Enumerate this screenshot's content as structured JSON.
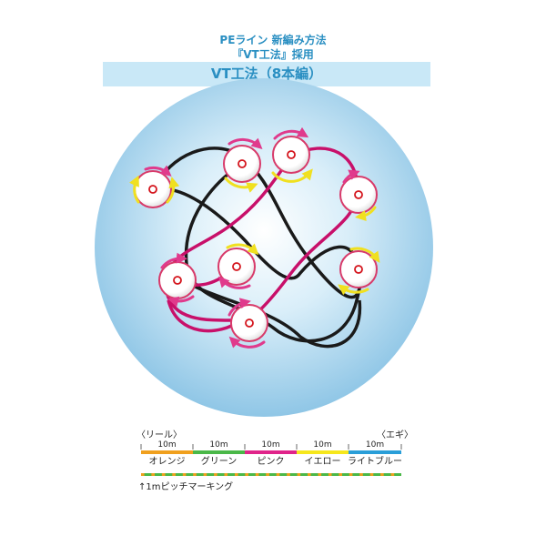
{
  "header": {
    "line1": "PEライン 新編み方法",
    "line2": "『VT工法』採用",
    "band_title": "VT工法（8本編）"
  },
  "colors": {
    "header_text": "#2a8fc2",
    "band_bg": "#c9e8f7",
    "circle_outer": "#8fc6e6",
    "circle_inner": "#ffffff",
    "strand_black": "#1a1a1a",
    "strand_magenta": "#c8106a",
    "arrow_yellow": "#f0e020",
    "arrow_pink": "#e03a8c"
  },
  "diagram": {
    "spools": 8,
    "strands": [
      "black",
      "magenta"
    ]
  },
  "legend": {
    "left_label": "〈リール〉",
    "right_label": "〈エギ〉",
    "segments": [
      {
        "length": "10m",
        "name": "オレンジ",
        "color": "#f0a01e"
      },
      {
        "length": "10m",
        "name": "グリーン",
        "color": "#4ab848"
      },
      {
        "length": "10m",
        "name": "ピンク",
        "color": "#e0248a"
      },
      {
        "length": "10m",
        "name": "イエロー",
        "color": "#f6e71c"
      },
      {
        "length": "10m",
        "name": "ライトブルー",
        "color": "#2a9ed8"
      }
    ],
    "marking_caption": "↑1mピッチマーキング",
    "marking_colors": [
      "#f0a01e",
      "#4ab848"
    ]
  }
}
